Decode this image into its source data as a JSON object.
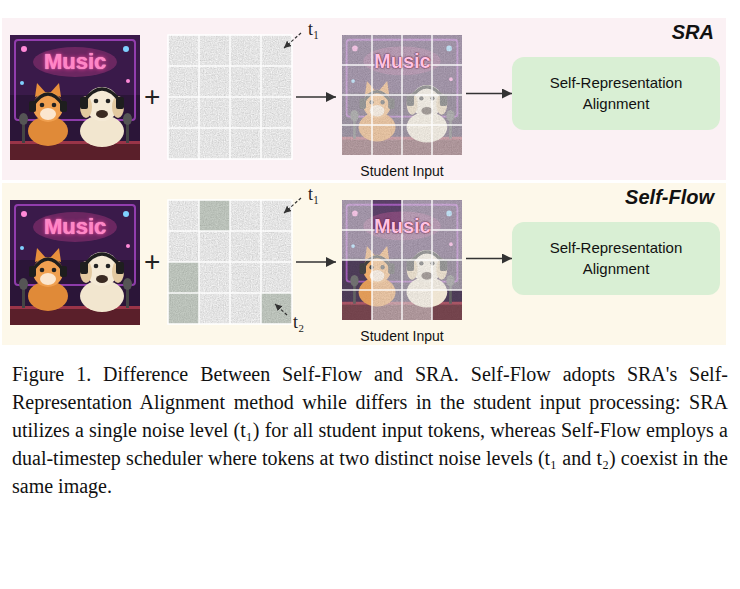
{
  "diagram": {
    "caption": "Figure 1. Difference Between Self-Flow and SRA. Self-Flow adopts SRA's Self-Representation Alignment method while differs in the student input processing: SRA utilizes a single noise level (t₁) for all student input tokens, whereas Self-Flow employs a dual-timestep scheduler where tokens at two distinct noise levels (t₁ and t₂) coexist in the same image.",
    "nodes": [
      {
        "text": [
          "SRA"
        ]
      },
      {
        "text": [
          "Student Input"
        ],
        "in": 0
      },
      {
        "text": [
          "Self-Representation Alignment"
        ],
        "in": 0
      },
      {
        "text": [
          "Self-Flow"
        ]
      },
      {
        "text": [
          "Student Input"
        ],
        "in": 3
      },
      {
        "text": [
          "Self-Representation Alignment"
        ],
        "in": 3
      }
    ],
    "edges": [
      {
        "from": 1,
        "to": 2,
        "arrow": "to"
      },
      {
        "from": 4,
        "to": 5,
        "arrow": "to"
      }
    ],
    "labels": [
      "Music",
      "+",
      "t₁",
      "Music",
      "Music",
      "+",
      "t₁",
      "t₂",
      "Music"
    ]
  }
}
